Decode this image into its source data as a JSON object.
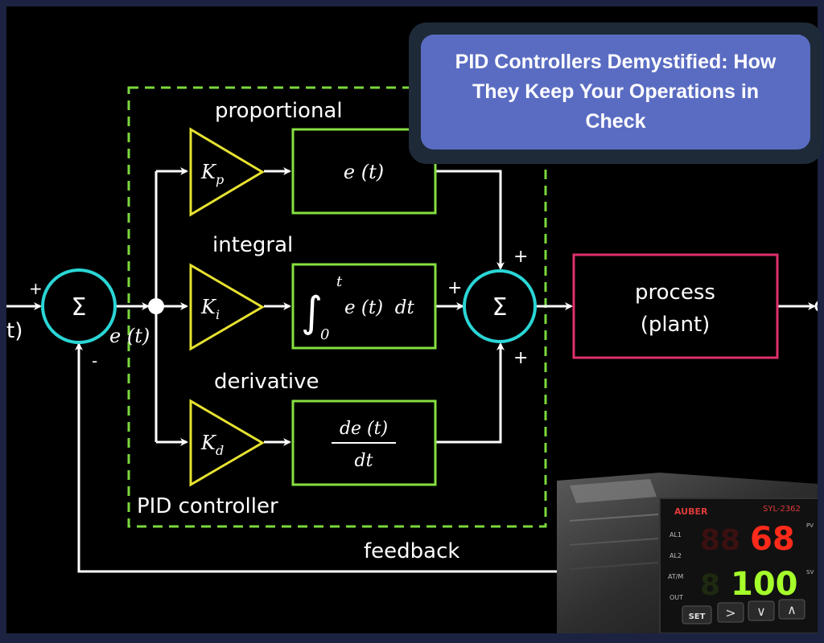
{
  "title": "PID Controllers Demystified: How They Keep Your Operations in Check",
  "diagram": {
    "labels": {
      "proportional": "proportional",
      "integral": "integral",
      "derivative": "derivative",
      "pid_controller": "PID controller",
      "feedback": "feedback",
      "process": "process",
      "plant": "(plant)",
      "input_fragment": "t)",
      "error": "e (t)"
    },
    "gains": {
      "kp": "K",
      "kp_sub": "p",
      "ki": "K",
      "ki_sub": "i",
      "kd": "K",
      "kd_sub": "d"
    },
    "terms": {
      "p": "e (t)",
      "i_upper": "t",
      "i_lower": "0",
      "i_body": "e (t)  dt",
      "d_num": "de (t)",
      "d_den": "dt"
    },
    "summer_symbol": "Σ",
    "signs": {
      "in_plus": "+",
      "in_minus": "-",
      "sum_top": "+",
      "sum_left": "+",
      "sum_bottom": "+"
    },
    "colors": {
      "summer": "#2ad6d6",
      "gain": "#e6e230",
      "term": "#86e040",
      "process": "#e0306a",
      "dashed": "#7ad83c",
      "wire": "#ffffff"
    }
  },
  "controller_device": {
    "brand": "AUBER",
    "model": "SYL-2362",
    "pv_value": "68",
    "sv_value": "100",
    "pv_label": "PV",
    "sv_label": "SV",
    "indicators": [
      "AL1",
      "AL2",
      "AT/M",
      "OUT"
    ],
    "buttons": [
      "SET",
      ">",
      "∨",
      "∧"
    ],
    "colors": {
      "pv": "#ff2a1a",
      "sv": "#a6ff2a",
      "brand": "#e03a3a"
    }
  }
}
